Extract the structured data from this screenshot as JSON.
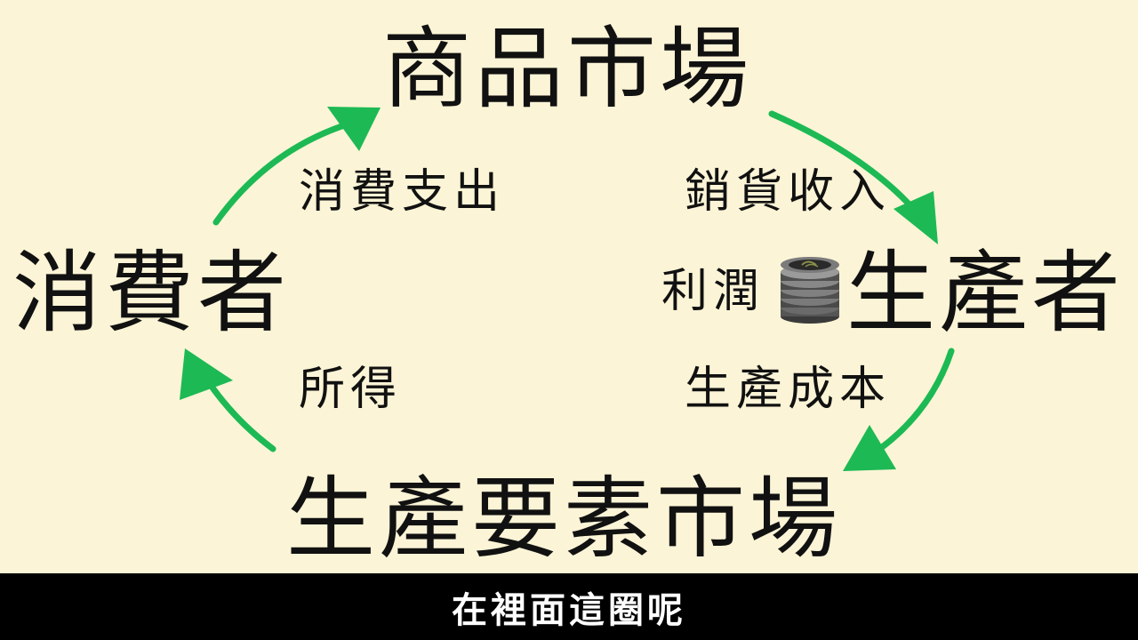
{
  "diagram": {
    "nodes": {
      "goods_market": "商品市場",
      "consumer": "消費者",
      "producer": "生產者",
      "factor_market": "生產要素市場"
    },
    "flows": {
      "consumer_spending": "消費支出",
      "sales_revenue": "銷貨收入",
      "income": "所得",
      "production_cost": "生產成本",
      "profit": "利潤"
    },
    "profit_icon": "coin-stack-icon",
    "arrow_color": "#1db954",
    "background_color": "#fbf4d6"
  },
  "subtitle": {
    "text": "在裡面這圈呢"
  }
}
